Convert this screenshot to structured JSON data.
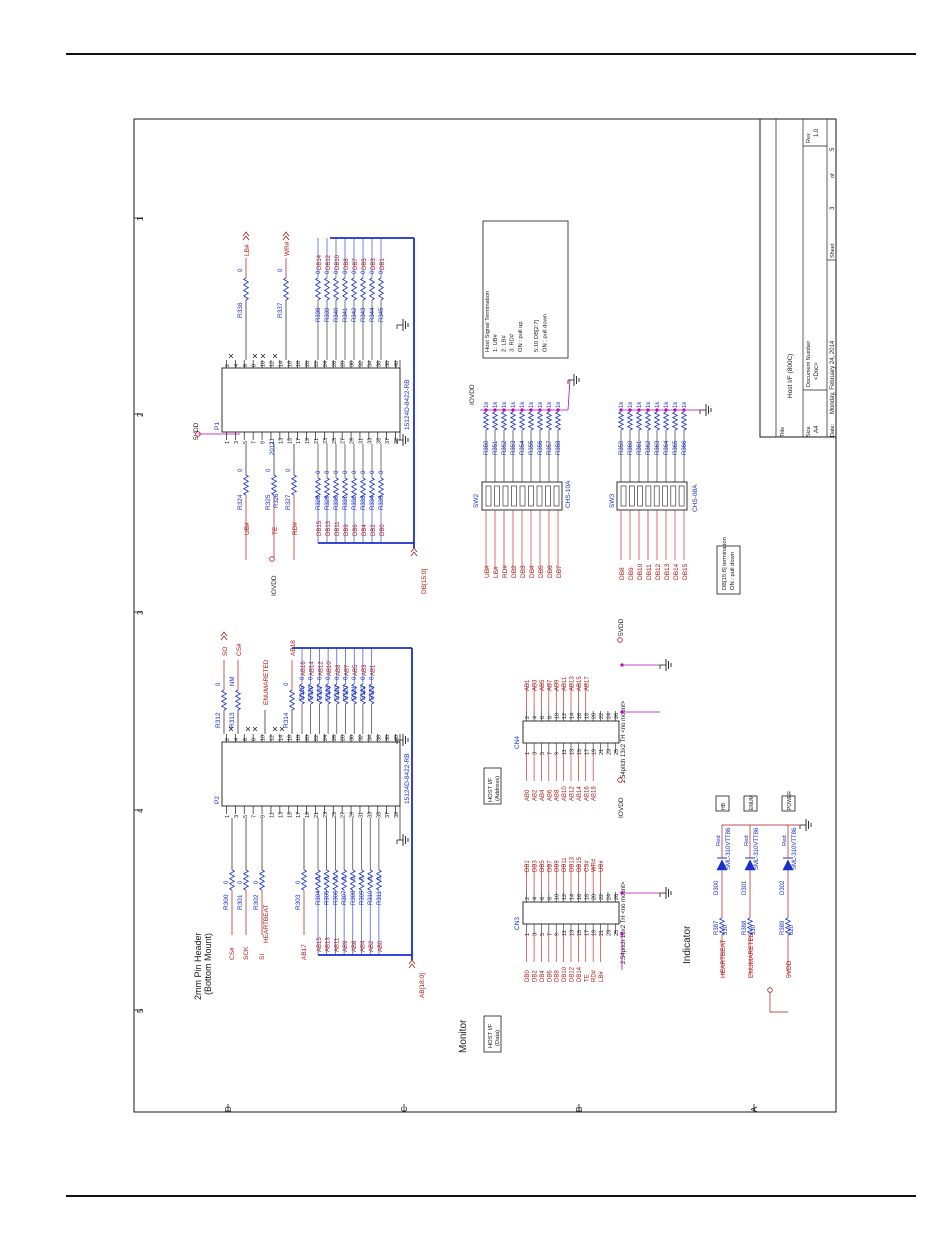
{
  "title_block": {
    "title_label": "Title",
    "title": "Host I/F (800C)",
    "size_label": "Size",
    "size": "A4",
    "docnum_label": "Document Number",
    "docnum": "<Doc>",
    "rev_label": "Rev",
    "rev": "1.0",
    "date_label": "Date:",
    "date": "Monday, February 24, 2014",
    "sheet_label": "Sheet",
    "sheet": "3",
    "of_label": "of",
    "total": "5"
  },
  "border": {
    "cols": [
      "1",
      "2",
      "3",
      "4",
      "5"
    ],
    "rows": [
      "D",
      "C",
      "B",
      "A"
    ]
  },
  "header_2mm": {
    "title1": "2mm Pin Header",
    "title2": "(Bottom Mount)"
  },
  "p1": {
    "ref": "P1",
    "part": "15124D-8422-RB",
    "pins_even": [
      "2",
      "4",
      "6",
      "8",
      "10",
      "12",
      "14",
      "16",
      "18",
      "20",
      "22",
      "24",
      "26",
      "28",
      "30",
      "32",
      "34",
      "36",
      "38",
      "40"
    ],
    "pins_odd": [
      "1",
      "3",
      "5",
      "7",
      "9",
      "11",
      "13",
      "15",
      "17",
      "19",
      "21",
      "23",
      "25",
      "27",
      "29",
      "31",
      "33",
      "35",
      "37",
      "39"
    ],
    "power": "5VDD",
    "top_res": [
      {
        "ref": "R336",
        "val": "0",
        "net": "LB#"
      },
      {
        "ref": "R337",
        "val": "0",
        "net": "WR#"
      }
    ],
    "top_bus": [
      "R338",
      "R339",
      "R340",
      "R341",
      "R342",
      "R343",
      "R344",
      "R345"
    ],
    "top_nets": [
      "DB14",
      "DB12",
      "DB10",
      "DB8",
      "DB7",
      "DB5",
      "DB3",
      "DB1"
    ],
    "bottom_res": [
      {
        "ref": "R324",
        "val": "0",
        "net": "UB#"
      },
      {
        "ref": "R325",
        "val": "0",
        "net": "TE"
      },
      {
        "ref": "R326",
        "val": "2012",
        "net": ""
      },
      {
        "ref": "R327",
        "val": "0",
        "net": "RD#"
      }
    ],
    "bottom_bus": [
      "R328",
      "R329",
      "R330",
      "R331",
      "R332",
      "R333",
      "R334",
      "R335"
    ],
    "bottom_nets": [
      "DB15",
      "DB13",
      "DB11",
      "DB9",
      "DB6",
      "DB4",
      "DB2",
      "DB0"
    ],
    "iovdd": "IOVDD",
    "bus": "DB[15:0]"
  },
  "p2": {
    "ref": "P2",
    "part": "15124D-8422-RB",
    "pins_even": [
      "2",
      "4",
      "6",
      "8",
      "10",
      "12",
      "14",
      "16",
      "18",
      "20",
      "22",
      "24",
      "26",
      "28",
      "30",
      "32",
      "34",
      "36",
      "38",
      "40"
    ],
    "pins_odd": [
      "1",
      "3",
      "5",
      "7",
      "9",
      "11",
      "13",
      "15",
      "17",
      "19",
      "21",
      "23",
      "25",
      "27",
      "29",
      "31",
      "33",
      "35",
      "37",
      "39"
    ],
    "top_res": [
      {
        "ref": "R312",
        "val": "0",
        "net": "SO"
      },
      {
        "ref": "R313",
        "val": "NM",
        "net": "CS#"
      },
      {
        "ref": "R314",
        "val": "0",
        "net": "AB18"
      }
    ],
    "enum_net": "ENUMARETED",
    "top_bus": [
      "R315",
      "R316",
      "R317",
      "R318",
      "R319",
      "R320",
      "R321",
      "R322",
      "R323"
    ],
    "top_nets": [
      "AB16",
      "AB14",
      "AB12",
      "AB10",
      "AB8",
      "AB7",
      "AB5",
      "AB3",
      "AB1"
    ],
    "bottom_res": [
      {
        "ref": "R300",
        "val": "0",
        "net": "CS#"
      },
      {
        "ref": "R301",
        "val": "0",
        "net": "SCK"
      },
      {
        "ref": "R302",
        "val": "0",
        "net": "SI"
      },
      {
        "ref": "R303",
        "val": "0",
        "net": "AB17"
      }
    ],
    "heartbeat": "HEARTBEAT",
    "bottom_bus": [
      "R304",
      "R305",
      "R306",
      "R307",
      "R308",
      "R309",
      "R310",
      "R311"
    ],
    "bottom_nets": [
      "AB15",
      "AB13",
      "AB11",
      "AB9",
      "AB6",
      "AB4",
      "AB2",
      "AB0"
    ],
    "bus": "AB[18:0]"
  },
  "termination_note": {
    "lines": [
      "Host Signal Termination",
      "1: UB#",
      "2: LB#",
      "3: RD#",
      "ON : pull up",
      "",
      "5:10 DB[2:7]",
      "ON : pull down"
    ]
  },
  "sw2": {
    "ref": "SW2",
    "part": "CHS-10A",
    "power": "IOVDD",
    "res": [
      "R350",
      "R351",
      "R352",
      "R353",
      "R354",
      "R355",
      "R356",
      "R357",
      "R358"
    ],
    "val": "1k",
    "nets": [
      "UB#",
      "LB#",
      "RD#",
      "DB2",
      "DB3",
      "DB4",
      "DB5",
      "DB6",
      "DB7"
    ]
  },
  "sw3": {
    "ref": "SW3",
    "part": "CHS-08A",
    "res": [
      "R359",
      "R360",
      "R361",
      "R362",
      "R363",
      "R364",
      "R365",
      "R366"
    ],
    "val": "1k",
    "nets": [
      "DB8",
      "DB9",
      "DB10",
      "DB11",
      "DB12",
      "DB13",
      "DB14",
      "DB15"
    ],
    "note": [
      "DB[15:8] termination",
      "ON : pull down"
    ]
  },
  "cn3": {
    "ref": "CN3",
    "part": "2.54pitch 13x2 TH <no mount>",
    "host_label": [
      "HOST I/F",
      "(Data)"
    ],
    "pins_left": [
      "1",
      "3",
      "5",
      "7",
      "9",
      "11",
      "13",
      "15",
      "17",
      "19",
      "21",
      "23",
      "25"
    ],
    "pins_right": [
      "2",
      "4",
      "6",
      "8",
      "10",
      "12",
      "14",
      "16",
      "18",
      "20",
      "22",
      "24",
      "26"
    ],
    "nets_left": [
      "DB0",
      "DB2",
      "DB4",
      "DB6",
      "DB8",
      "DB10",
      "DB12",
      "DB14",
      "TE",
      "RD#",
      "LB#"
    ],
    "nets_right": [
      "DB1",
      "DB3",
      "DB5",
      "DB7",
      "DB9",
      "DB11",
      "DB13",
      "DB15",
      "CS#",
      "WR#",
      "UB#"
    ]
  },
  "cn4": {
    "ref": "CN4",
    "part": "2.54pitch 13x2 TH <no mount>",
    "host_label": [
      "HOST I/F",
      "(Address)"
    ],
    "pins_left": [
      "1",
      "3",
      "5",
      "7",
      "9",
      "11",
      "13",
      "15",
      "17",
      "19",
      "21",
      "23",
      "25"
    ],
    "pins_right": [
      "2",
      "4",
      "6",
      "8",
      "10",
      "12",
      "14",
      "16",
      "18",
      "20",
      "22",
      "24",
      "26"
    ],
    "nets_left": [
      "AB0",
      "AB2",
      "AB4",
      "AB6",
      "AB8",
      "AB10",
      "AB12",
      "AB14",
      "AB16",
      "AB18"
    ],
    "nets_right": [
      "AB1",
      "AB3",
      "AB5",
      "AB7",
      "AB9",
      "AB11",
      "AB13",
      "AB15",
      "AB17"
    ],
    "iovdd": "IOVDD",
    "vdd": "5VDD"
  },
  "monitor_label": "Monitor",
  "indicator": {
    "label": "Indicator",
    "leds": [
      {
        "net": "HEARTBEAT",
        "r": "R387",
        "rv": "330",
        "d": "D300",
        "color": "Red",
        "part": "SML-310VTT86",
        "tag": "HB"
      },
      {
        "net": "ENUMARETED",
        "r": "R388",
        "rv": "330",
        "d": "D301",
        "color": "Red",
        "part": "SML-310VTT86",
        "tag": "ENUM"
      },
      {
        "net": "5VDD",
        "r": "R389",
        "rv": "620",
        "d": "D302",
        "color": "Red",
        "part": "SML-310VTT86",
        "tag": "POWER"
      }
    ]
  }
}
